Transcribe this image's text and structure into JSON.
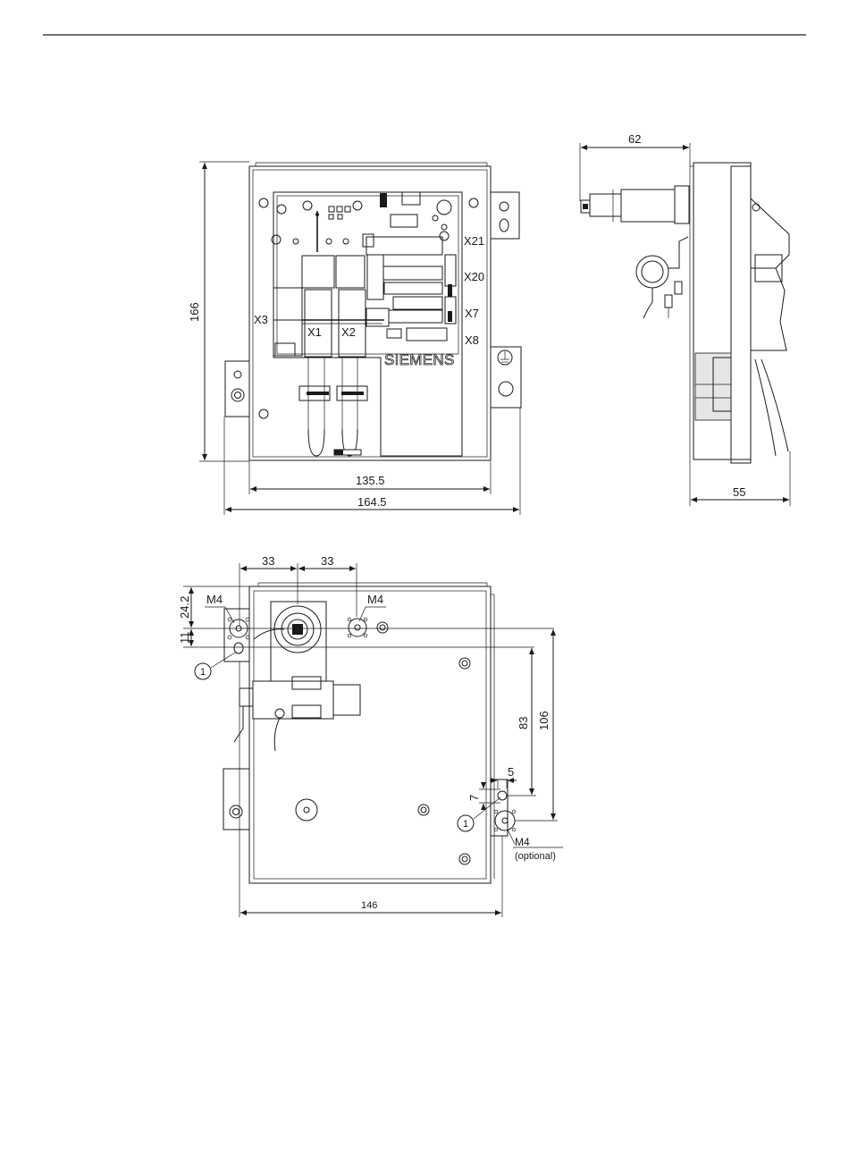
{
  "front_view": {
    "connector_labels": [
      "X21",
      "X20",
      "X7",
      "X8",
      "X3",
      "X1",
      "X2"
    ],
    "brand": "SIEMENS",
    "dim_height": "166",
    "dim_inner_width": "135.5",
    "dim_overall_width": "164.5"
  },
  "side_view": {
    "dim_top_depth": "62",
    "dim_bottom_depth": "55"
  },
  "rear_view": {
    "dim_spacing_1": "33",
    "dim_spacing_2": "33",
    "dim_top_offset": "24.2",
    "dim_hole_pitch": "11",
    "dim_vertical_83": "83",
    "dim_vertical_106": "106",
    "dim_5": "5",
    "dim_7": "7",
    "dim_width": "146",
    "thread_label_left": "M4",
    "thread_label_center": "M4",
    "thread_label_optional": "M4",
    "optional_note": "(optional)",
    "callout_left": "1",
    "callout_right": "1"
  }
}
